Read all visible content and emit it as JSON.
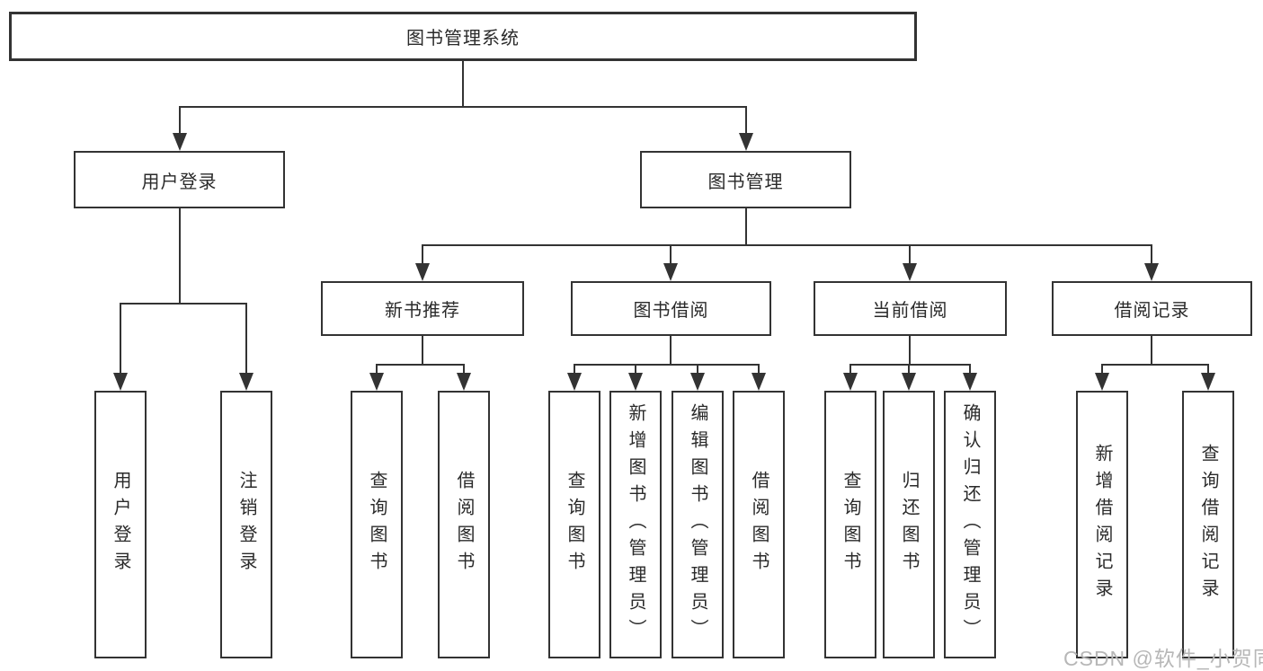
{
  "colors": {
    "line": "#333333",
    "text": "#2a2a2a",
    "watermark_color": "#b7b7b7",
    "background": "#ffffff"
  },
  "diagram": {
    "title": "图书管理系统",
    "level2": {
      "user_login": "用户登录",
      "book_management": "图书管理"
    },
    "level3": {
      "new_book_recommend": "新书推荐",
      "book_borrow": "图书借阅",
      "current_borrow": "当前借阅",
      "borrow_records": "借阅记录"
    },
    "leaves": {
      "user_login": [
        "用户登录",
        "注销登录"
      ],
      "new_book_recommend": [
        "查询图书",
        "借阅图书"
      ],
      "book_borrow": [
        "查询图书",
        "新增图书（管理员）",
        "编辑图书（管理员）",
        "借阅图书"
      ],
      "current_borrow": [
        "查询图书",
        "归还图书",
        "确认归还（管理员）"
      ],
      "borrow_records": [
        "新增借阅记录",
        "查询借阅记录"
      ]
    }
  },
  "watermark": "CSDN @软件_小贺同学"
}
